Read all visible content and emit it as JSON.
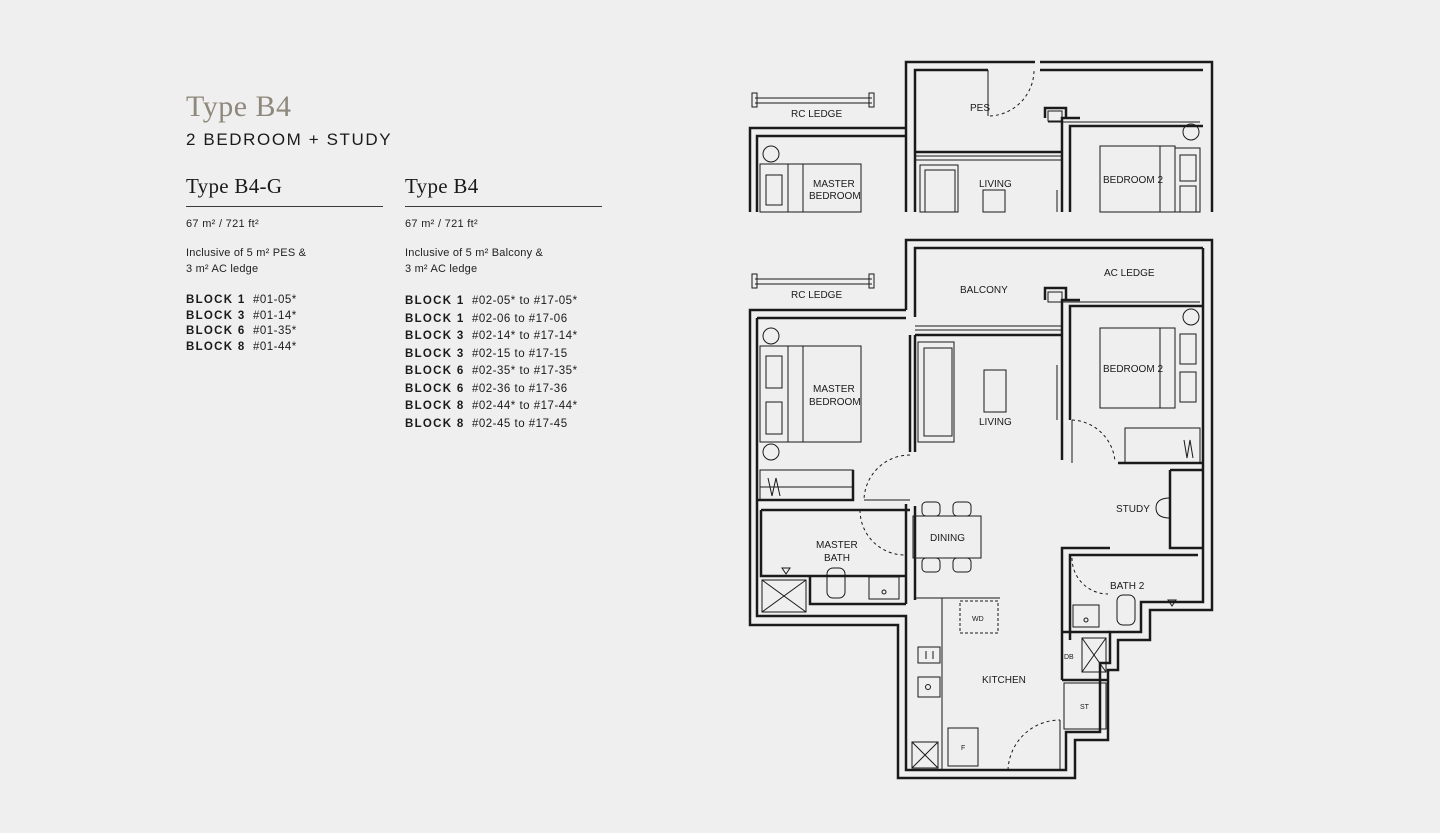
{
  "header": {
    "title": "Type B4",
    "subtitle": "2 BEDROOM + STUDY"
  },
  "variants": [
    {
      "title": "Type B4-G",
      "area": "67 m² / 721 ft²",
      "inclusive_line1": "Inclusive of 5 m² PES &",
      "inclusive_line2": "3 m² AC ledge",
      "blocks": [
        {
          "block": "BLOCK 1",
          "units": "#01-05*"
        },
        {
          "block": "BLOCK 3",
          "units": "#01-14*"
        },
        {
          "block": "BLOCK 6",
          "units": "#01-35*"
        },
        {
          "block": "BLOCK 8",
          "units": "#01-44*"
        }
      ]
    },
    {
      "title": "Type B4",
      "area": "67 m² / 721 ft²",
      "inclusive_line1": "Inclusive of 5 m² Balcony &",
      "inclusive_line2": "3 m² AC ledge",
      "blocks": [
        {
          "block": "BLOCK 1",
          "units": "#02-05* to #17-05*"
        },
        {
          "block": "BLOCK 1",
          "units": "#02-06 to #17-06"
        },
        {
          "block": "BLOCK 3",
          "units": "#02-14* to #17-14*"
        },
        {
          "block": "BLOCK 3",
          "units": "#02-15 to #17-15"
        },
        {
          "block": "BLOCK 6",
          "units": "#02-35* to #17-35*"
        },
        {
          "block": "BLOCK 6",
          "units": "#02-36 to #17-36"
        },
        {
          "block": "BLOCK 8",
          "units": "#02-44* to #17-44*"
        },
        {
          "block": "BLOCK 8",
          "units": "#02-45 to #17-45"
        }
      ]
    }
  ],
  "floorplan": {
    "top_labels": {
      "rc_ledge": "RC LEDGE",
      "pes": "PES",
      "master_bedroom_1": "MASTER",
      "master_bedroom_2": "BEDROOM",
      "living": "LIVING",
      "bedroom2": "BEDROOM 2"
    },
    "labels": {
      "rc_ledge": "RC LEDGE",
      "balcony": "BALCONY",
      "ac_ledge": "AC LEDGE",
      "master_bedroom_1": "MASTER",
      "master_bedroom_2": "BEDROOM",
      "living": "LIVING",
      "bedroom2": "BEDROOM 2",
      "study": "STUDY",
      "dining": "DINING",
      "master_bath_1": "MASTER",
      "master_bath_2": "BATH",
      "bath2": "BATH 2",
      "wd": "WD",
      "kitchen": "KITCHEN",
      "db": "DB",
      "st": "ST",
      "f": "F"
    }
  }
}
